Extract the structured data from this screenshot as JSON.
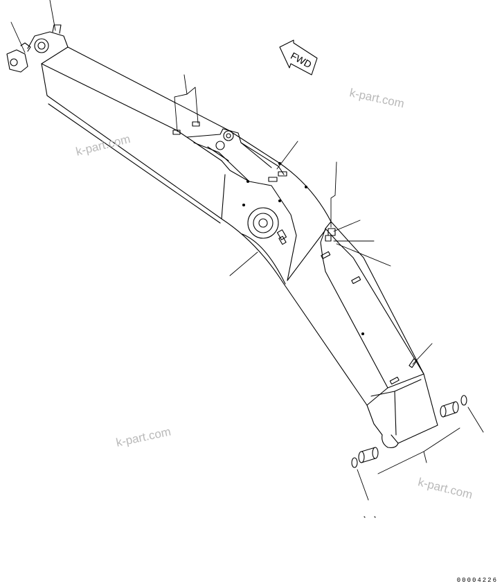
{
  "direction_marker": {
    "label": "FWD"
  },
  "watermarks": [
    "k-part.com",
    "k-part.com",
    "k-part.com",
    "k-part.com"
  ],
  "drawing_code": "00004226"
}
